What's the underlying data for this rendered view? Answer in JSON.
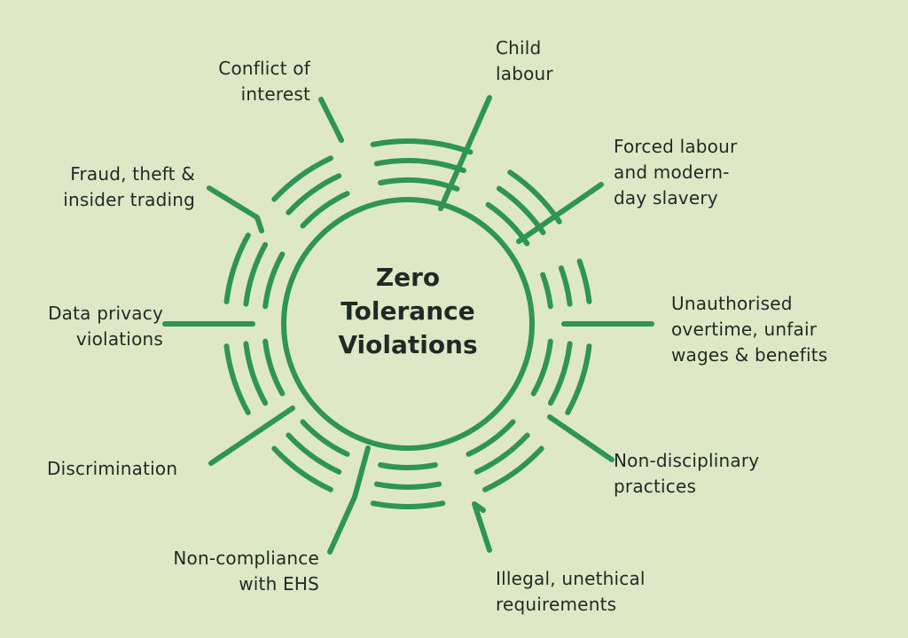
{
  "diagram": {
    "title": "Zero\nTolerance\nViolations",
    "line_color": "#2e9556",
    "background": "#dfe8c6",
    "labels": {
      "conflict": "Conflict of\ninterest",
      "child": "Child\nlabour",
      "forced": "Forced labour\nand modern-\nday slavery",
      "overtime": "Unauthorised\novertime, unfair\nwages & benefits",
      "nondisc": "Non-disciplinary\npractices",
      "illegal": "Illegal, unethical\nrequirements",
      "ehs": "Non-compliance\nwith EHS",
      "discrimination": "Discrimination",
      "privacy": "Data privacy\nviolations",
      "fraud": "Fraud, theft &\ninsider trading"
    }
  }
}
